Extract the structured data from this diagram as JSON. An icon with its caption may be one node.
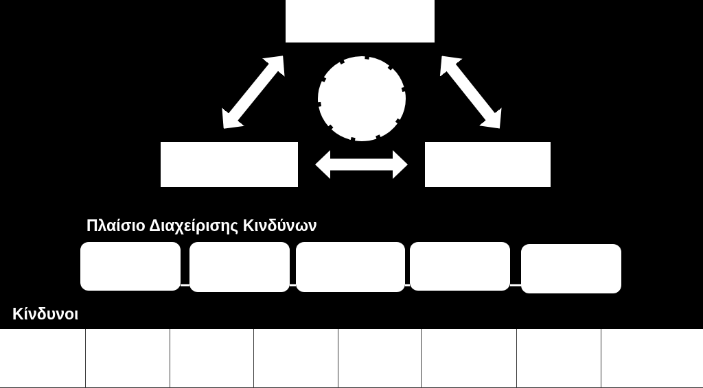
{
  "diagram": {
    "nodes": [
      {
        "text": [],
        "shape": "box"
      },
      {
        "text": [],
        "shape": "circle"
      },
      {
        "text": [],
        "shape": "box"
      },
      {
        "text": [],
        "shape": "box"
      },
      {
        "text": [],
        "shape": "box"
      },
      {
        "text": [],
        "shape": "box"
      },
      {
        "text": [],
        "shape": "box"
      },
      {
        "text": [],
        "shape": "box"
      },
      {
        "text": [],
        "shape": "box"
      },
      {
        "text": [],
        "shape": "box"
      },
      {
        "text": [],
        "shape": "box"
      },
      {
        "text": [],
        "shape": "box"
      },
      {
        "text": [],
        "shape": "box"
      },
      {
        "text": [],
        "shape": "box"
      },
      {
        "text": [],
        "shape": "box"
      },
      {
        "text": [],
        "shape": "box"
      },
      {
        "text": [],
        "shape": "box"
      }
    ],
    "edges": [
      {
        "from": 2,
        "to": 0,
        "arrow": "both",
        "style": "thick"
      },
      {
        "from": 0,
        "to": 3,
        "arrow": "both",
        "style": "thick"
      },
      {
        "from": 2,
        "to": 3,
        "arrow": "both",
        "style": "thick"
      },
      {
        "from": 4,
        "to": 5,
        "arrow": "none"
      },
      {
        "from": 5,
        "to": 6,
        "arrow": "none"
      },
      {
        "from": 6,
        "to": 7,
        "arrow": "none"
      },
      {
        "from": 7,
        "to": 8,
        "arrow": "none"
      }
    ],
    "labels": [
      "Πλαίσιο Διαχείρισης Κινδύνων",
      "Κίνδυνοι"
    ]
  }
}
